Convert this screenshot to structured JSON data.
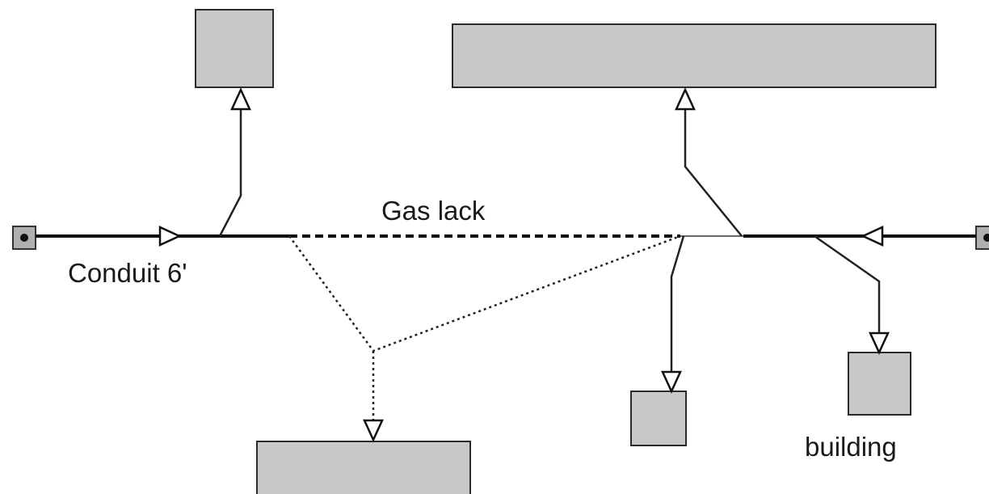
{
  "labels": {
    "gas_lack": "Gas lack",
    "conduit": "Conduit 6'",
    "building": "building"
  },
  "colors": {
    "box_fill": "#c8c8c8",
    "line": "#111111"
  },
  "icons": [
    "source-terminal-icon",
    "sink-terminal-icon",
    "flow-arrow-icon"
  ]
}
